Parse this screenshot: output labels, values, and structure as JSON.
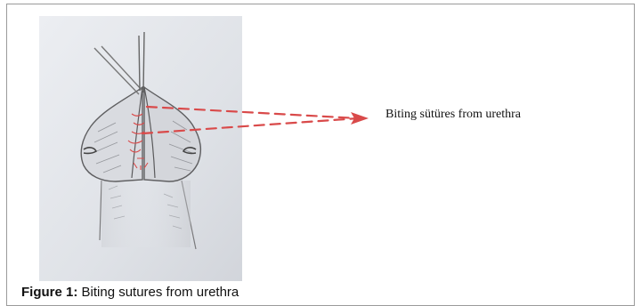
{
  "figure": {
    "callout_text": "Biting sütüres from urethra",
    "caption_label": "Figure 1:",
    "caption_text": "Biting sutures from urethra"
  },
  "colors": {
    "suture_red": "#d94a4a",
    "paper_background": "#e4e6ea",
    "pencil": "#6e6e70",
    "frame_border": "#9a9a9a"
  }
}
